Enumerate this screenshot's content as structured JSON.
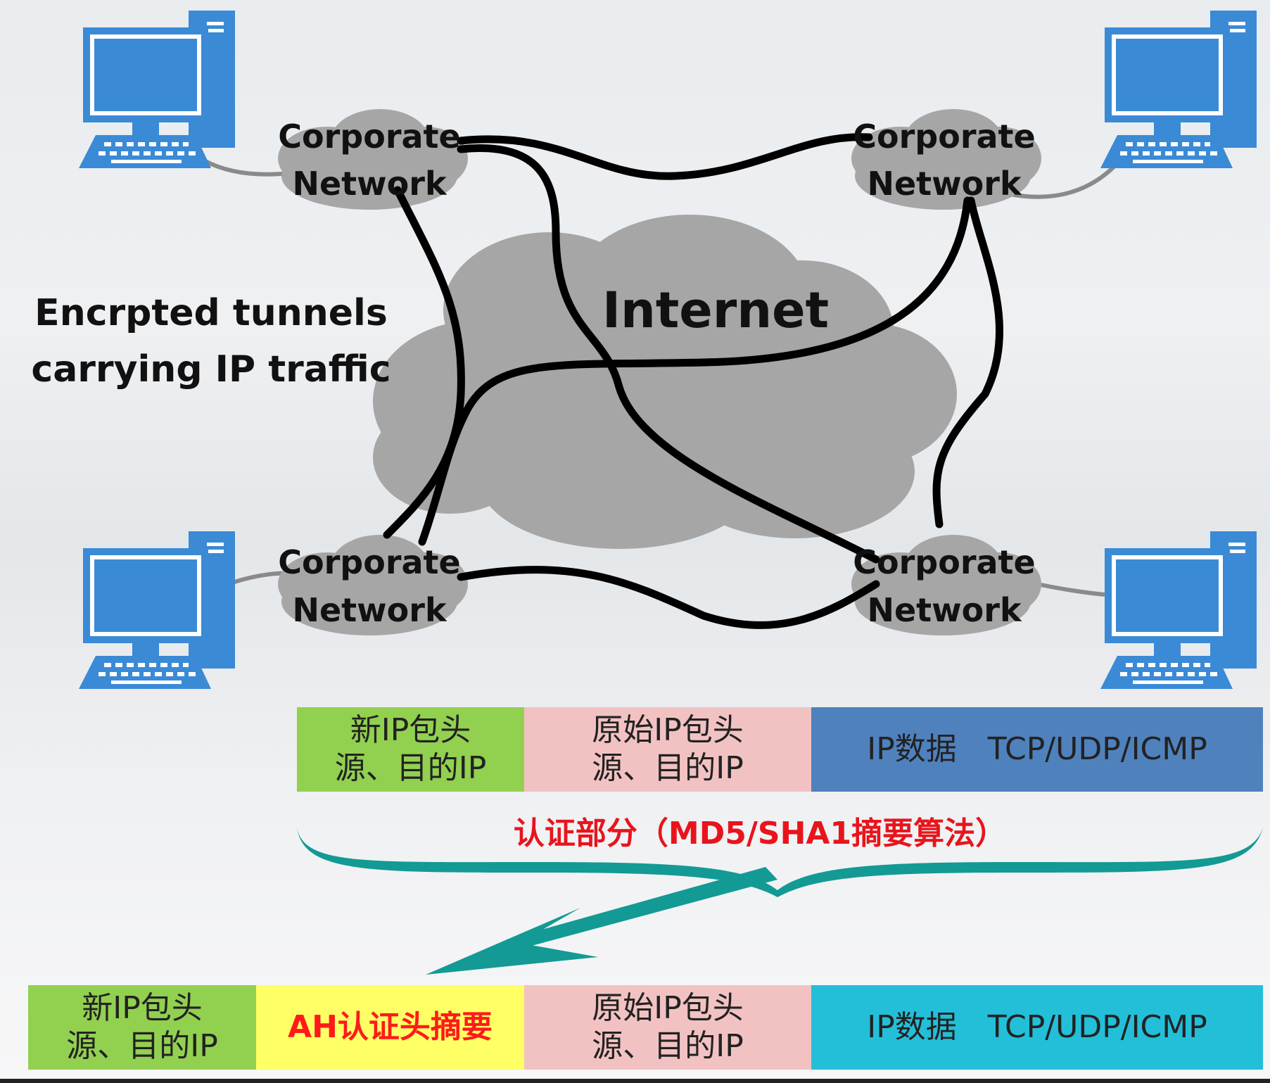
{
  "diagram": {
    "cloud_label": "Internet",
    "corporate_network_label": [
      "Corporate",
      "Network"
    ],
    "side_label": [
      "Encrpted tunnels",
      "carrying IP traffic"
    ],
    "auth_label": "认证部分（MD5/SHA1摘要算法）",
    "row1": [
      {
        "line1": "新IP包头",
        "line2": "源、目的IP",
        "color": "#92d050"
      },
      {
        "line1": "原始IP包头",
        "line2": "源、目的IP",
        "color": "#f2c2c2"
      },
      {
        "line1": "IP数据　TCP/UDP/ICMP",
        "line2": "",
        "color": "#4f81bd"
      }
    ],
    "row2": [
      {
        "line1": "新IP包头",
        "line2": "源、目的IP",
        "color": "#92d050"
      },
      {
        "line1": "AH认证头摘要",
        "line2": "",
        "color": "#ffff66",
        "text_color": "#ff1a1a"
      },
      {
        "line1": "原始IP包头",
        "line2": "源、目的IP",
        "color": "#f2c2c2"
      },
      {
        "line1": "IP数据　TCP/UDP/ICMP",
        "line2": "",
        "color": "#23bfd9"
      }
    ],
    "colors": {
      "cloud": "#a6a6a6",
      "tunnel": "#000000",
      "computer": "#3a8ad6",
      "brace": "#139a94",
      "auth_text": "#e8141c"
    }
  }
}
